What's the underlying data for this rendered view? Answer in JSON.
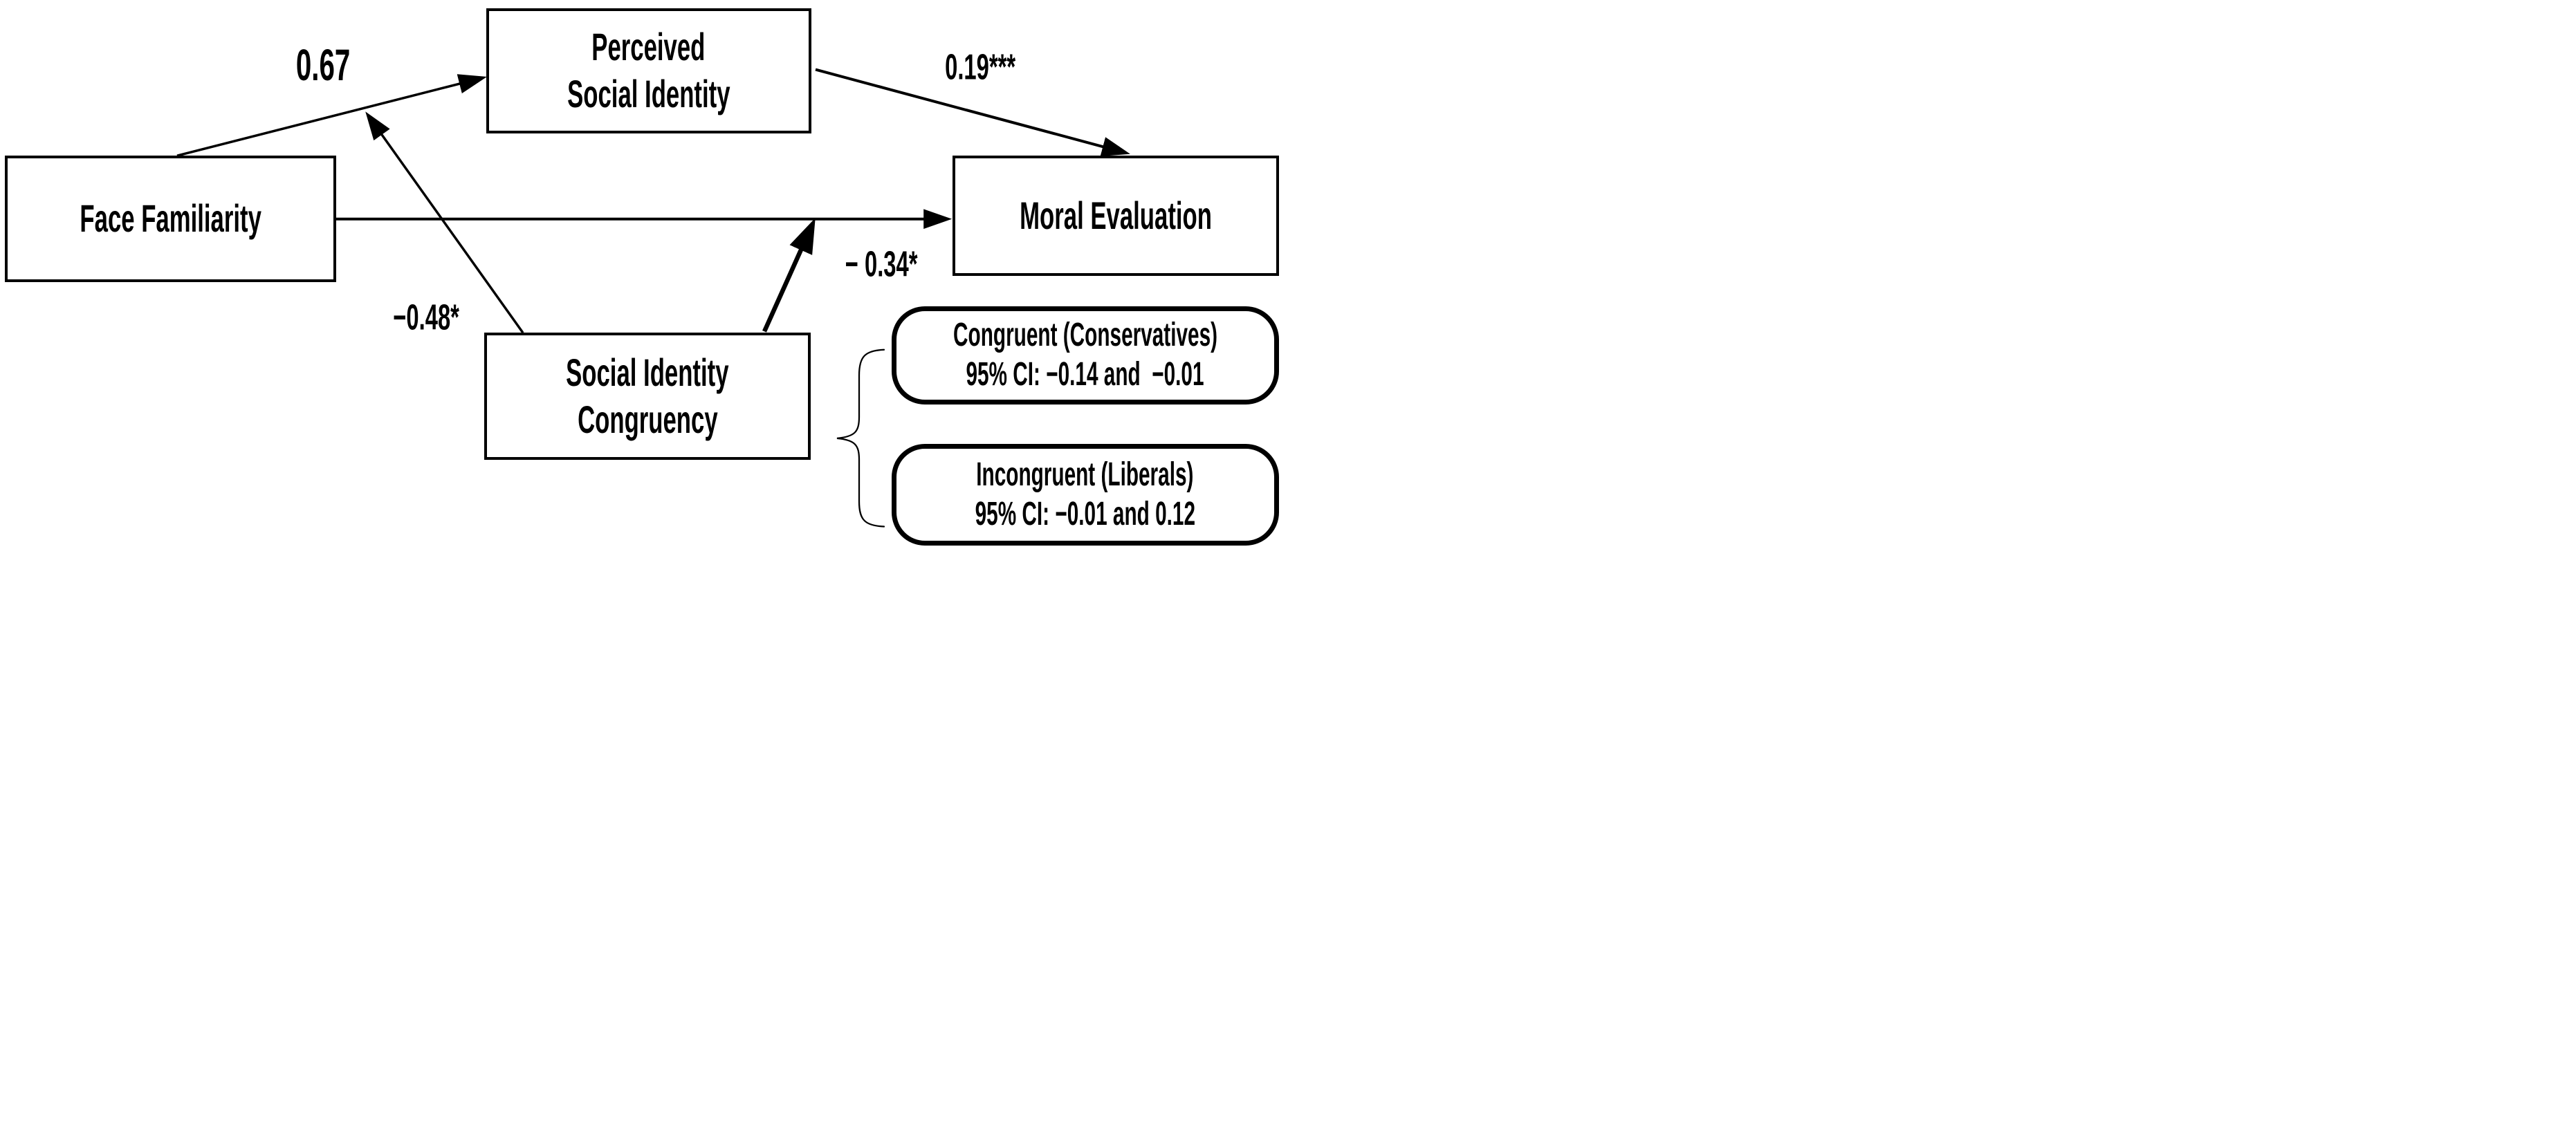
{
  "figure": {
    "background": "#ffffff",
    "stroke_color": "#000000",
    "nodes": {
      "face_familiarity": {
        "label": "Face Familiarity"
      },
      "perceived_social_identity": {
        "line1": "Perceived",
        "line2": "Social Identity"
      },
      "social_identity_congruency": {
        "line1": "Social Identity",
        "line2": "Congruency"
      },
      "moral_evaluation": {
        "label": "Moral Evaluation"
      }
    },
    "coefficients": {
      "a_path": "0.67",
      "b_path": "0.19***",
      "moderation_a_path": "−0.48*",
      "moderation_direct_path": "− 0.34*"
    },
    "conditional_effects": {
      "congruent": {
        "title": "Congruent (Conservatives)",
        "ci": "95% CI: −0.14 and  −0.01"
      },
      "incongruent": {
        "title": "Incongruent (Liberals)",
        "ci": "95% CI: −0.01 and 0.12"
      }
    }
  }
}
